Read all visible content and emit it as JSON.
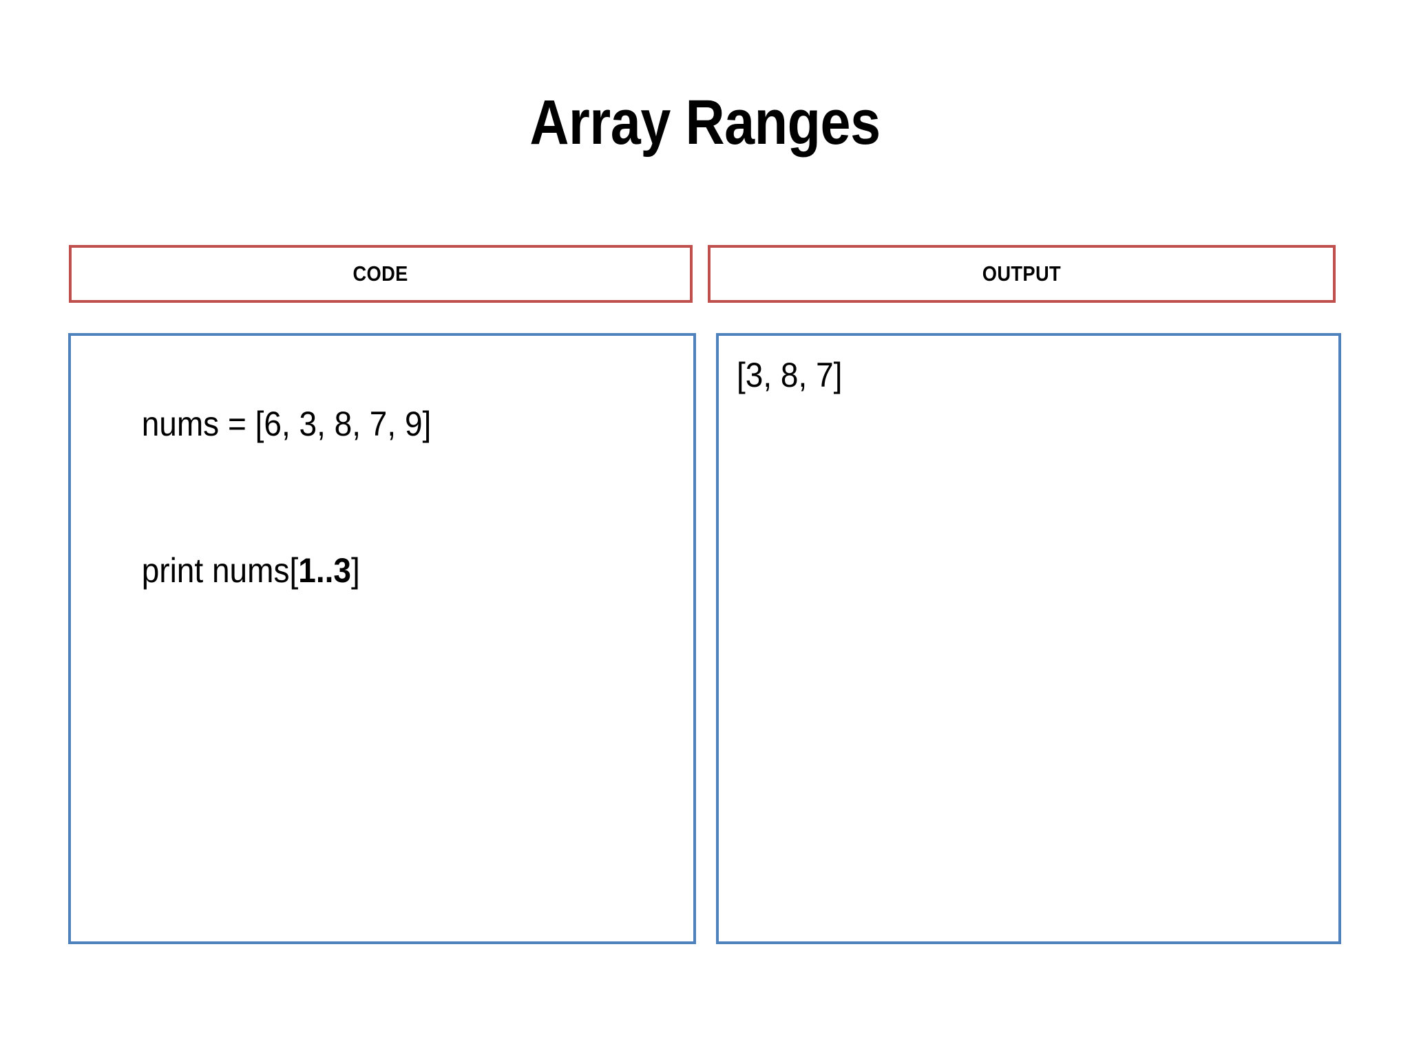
{
  "slide": {
    "title": "Array Ranges"
  },
  "columns": {
    "code": {
      "header_label": "CODE",
      "lines": [
        {
          "prefix": "nums = [6, 3, 8, 7, 9]",
          "emphasis": "",
          "suffix": ""
        },
        {
          "prefix": "print nums[",
          "emphasis": "1..3",
          "suffix": "]"
        }
      ]
    },
    "output": {
      "header_label": "OUTPUT",
      "lines": [
        {
          "text": "[3, 8, 7]"
        }
      ]
    }
  },
  "colors": {
    "header_border": "#C0504D",
    "content_border": "#4F81BD",
    "background": "#FFFFFF",
    "text": "#000000"
  }
}
